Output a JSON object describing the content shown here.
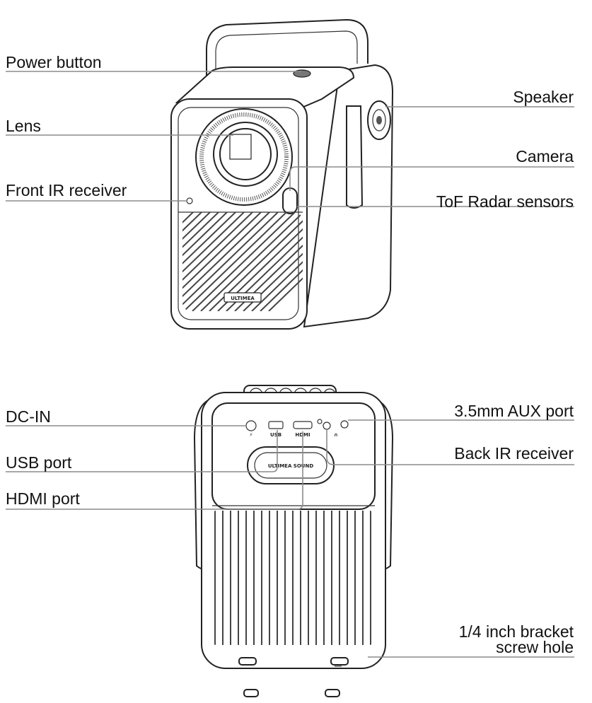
{
  "labels": {
    "power_button": "Power button",
    "lens": "Lens",
    "front_ir_receiver": "Front IR receiver",
    "speaker": "Speaker",
    "camera": "Camera",
    "tof_radar_sensors": "ToF Radar sensors",
    "dc_in": "DC-IN",
    "usb_port": "USB port",
    "hdmi_port": "HDMI port",
    "aux_port": "3.5mm AUX port",
    "back_ir_receiver": "Back IR receiver",
    "bracket_line1": "1/4 inch bracket",
    "bracket_line2": "screw hole"
  },
  "device_text": {
    "front_logo": "ULTIMEA",
    "usb": "USB",
    "hdmi": "HDMI",
    "back_logo": "ULTIMEA SOUND"
  }
}
